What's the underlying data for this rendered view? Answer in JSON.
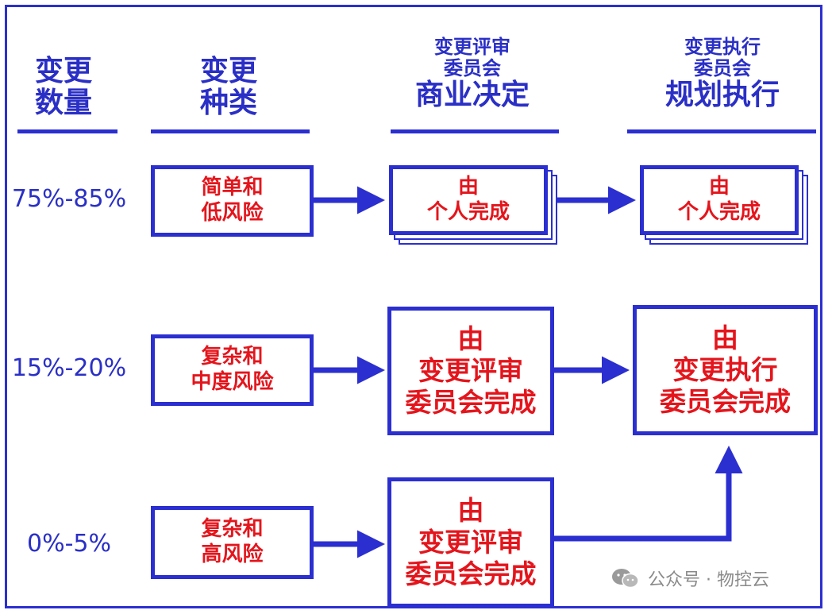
{
  "headers": {
    "count": [
      "变更",
      "数量"
    ],
    "type": [
      "变更",
      "种类"
    ],
    "review": {
      "small": [
        "变更评审",
        "委员会"
      ],
      "big": "商业决定"
    },
    "exec": {
      "small": [
        "变更执行",
        "委员会"
      ],
      "big": "规划执行"
    }
  },
  "rows": [
    {
      "percent": "75%-85%",
      "type": [
        "简单和",
        "低风险"
      ],
      "review": [
        "由",
        "个人完成"
      ],
      "exec": [
        "由",
        "个人完成"
      ]
    },
    {
      "percent": "15%-20%",
      "type": [
        "复杂和",
        "中度风险"
      ],
      "review": [
        "由",
        "变更评审",
        "委员会完成"
      ],
      "exec": [
        "由",
        "变更执行",
        "委员会完成"
      ]
    },
    {
      "percent": "0%-5%",
      "type": [
        "复杂和",
        "高风险"
      ],
      "review": [
        "由",
        "变更评审",
        "委员会完成"
      ]
    }
  ],
  "watermark": {
    "text": "公众号 · 物控云",
    "icon": "wechat-icon"
  },
  "colors": {
    "accent": "#2b2fd0",
    "text_red": "#e4151c"
  }
}
